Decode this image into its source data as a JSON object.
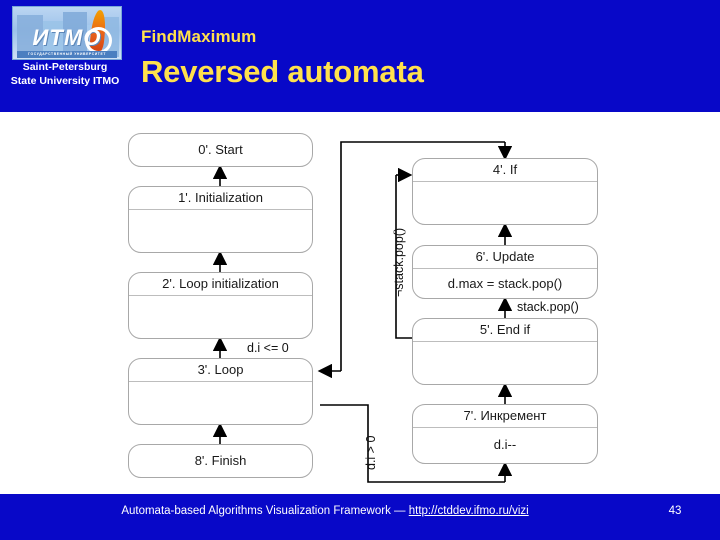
{
  "header": {
    "logo": {
      "brand_ru": "ИТМО",
      "brand_sub_ru": "ГОСУДАРСТВЕННЫЙ УНИВЕРСИТЕТ",
      "caption_line1": "Saint-Petersburg",
      "caption_line2": "State University ITMO"
    },
    "subtitle": "FindMaximum",
    "title": "Reversed automata",
    "bg_color": "#0808c8",
    "title_color": "#ffe14d"
  },
  "diagram": {
    "nodes": [
      {
        "id": "n0",
        "header": "0'. Start",
        "body": "",
        "simple": true
      },
      {
        "id": "n1",
        "header": "1'. Initialization",
        "body": "",
        "simple": false
      },
      {
        "id": "n2",
        "header": "2'. Loop initialization",
        "body": "",
        "simple": false
      },
      {
        "id": "n3",
        "header": "3'. Loop",
        "body": "",
        "simple": false
      },
      {
        "id": "n8",
        "header": "8'. Finish",
        "body": "",
        "simple": true
      },
      {
        "id": "n4",
        "header": "4'. If",
        "body": "",
        "simple": false
      },
      {
        "id": "n6",
        "header": "6'. Update",
        "body": "d.max = stack.pop()",
        "simple": false
      },
      {
        "id": "n5",
        "header": "5'. End if",
        "body": "",
        "simple": false
      },
      {
        "id": "n7",
        "header": "7'. Инкремент",
        "body": "d.i--",
        "simple": false
      }
    ],
    "edge_labels": {
      "loop_exit": "d.i <= 0",
      "loop_enter": "d.i > 0",
      "not_stack_pop": "¬stack.pop()",
      "stack_pop": "stack.pop()"
    }
  },
  "footer": {
    "text_prefix": "Automata-based Algorithms Visualization Framework — ",
    "link": "http://ctddev.ifmo.ru/vizi",
    "page": "43"
  }
}
